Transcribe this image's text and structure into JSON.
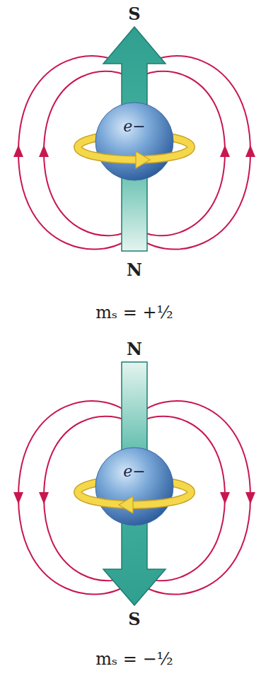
{
  "diagram": {
    "nodes": [
      {
        "text": [
          "e−"
        ]
      },
      {
        "text": [
          "e−"
        ]
      }
    ],
    "labels": [
      "S",
      "N",
      "mₛ = +½",
      "N",
      "S",
      "mₛ = −½"
    ]
  }
}
